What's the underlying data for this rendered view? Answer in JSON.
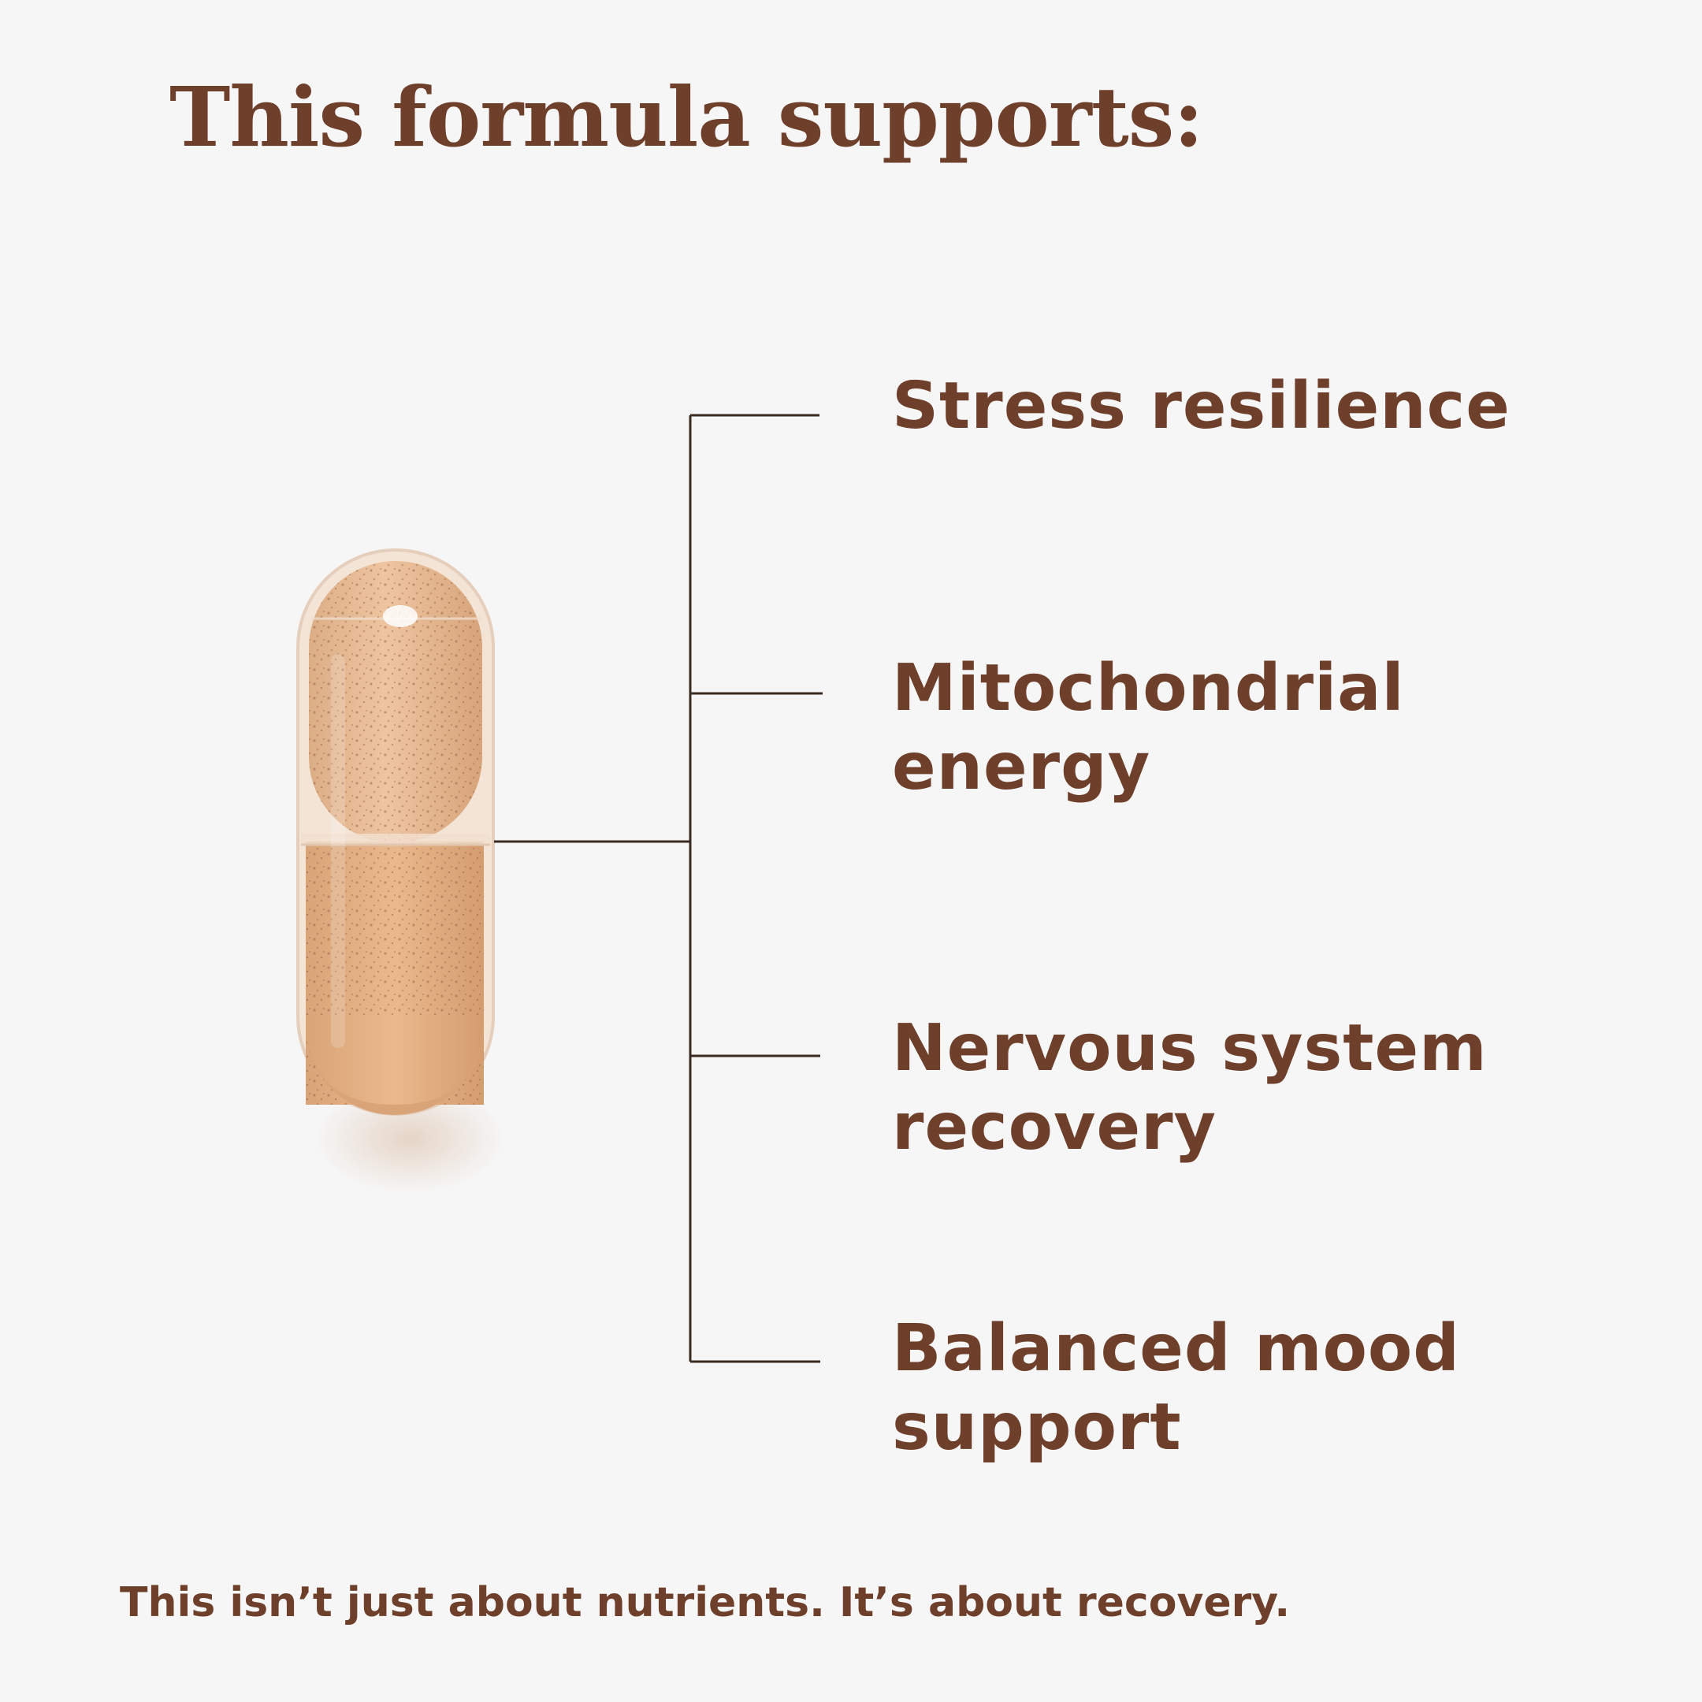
{
  "heading": "This formula supports:",
  "benefits": [
    {
      "line1": "Stress resilience",
      "line2": ""
    },
    {
      "line1": "Mitochondrial",
      "line2": "energy"
    },
    {
      "line1": "Nervous system",
      "line2": "recovery"
    },
    {
      "line1": "Balanced mood",
      "line2": "support"
    }
  ],
  "footer": "This isn’t just about nutrients. It’s about recovery.",
  "colors": {
    "background": "#f6f6f6",
    "text": "#6e3f2a",
    "connector": "#3a2b22",
    "capsule_fill": "#e7b98f",
    "capsule_shell": "#efd9c4"
  }
}
